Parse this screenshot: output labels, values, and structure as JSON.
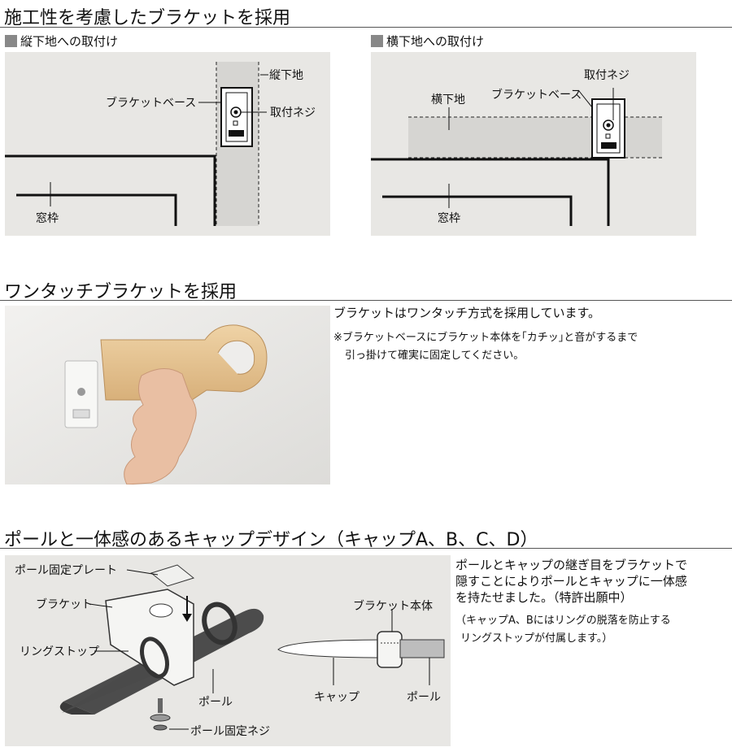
{
  "section1": {
    "title": "施工性を考慮したブラケットを採用",
    "left": {
      "subtitle": "縦下地への取付け",
      "labels": {
        "stud": "縦下地",
        "base": "ブラケットベース",
        "screw": "取付ネジ",
        "frame": "窓枠"
      }
    },
    "right": {
      "subtitle": "横下地への取付け",
      "labels": {
        "screw": "取付ネジ",
        "base": "ブラケットベース",
        "stud": "横下地",
        "frame": "窓枠"
      }
    }
  },
  "section2": {
    "title": "ワンタッチブラケットを採用",
    "lead": "ブラケットはワンタッチ方式を採用しています。",
    "note_line1": "※ブラケットベースにブラケット本体を｢カチッ｣と音がするまで",
    "note_line2": "引っ掛けて確実に固定してください。"
  },
  "section3": {
    "title": "ポールと一体感のあるキャップデザイン（キャップA、B、C、D）",
    "desc_line1": "ポールとキャップの継ぎ目をブラケットで",
    "desc_line2": "隠すことによりポールとキャップに一体感",
    "desc_line3": "を持たせました。（特許出願中）",
    "note_line1": "（キャップA、Bにはリングの脱落を防止する",
    "note_line2": "リングストップが付属します。）",
    "labels": {
      "plate": "ポール固定プレート",
      "bracket": "ブラケット",
      "ringstop": "リングストップ",
      "pole": "ポール",
      "screw": "ポール固定ネジ",
      "body": "ブラケット本体",
      "cap": "キャップ",
      "pole2": "ポール"
    }
  },
  "colors": {
    "panel": "#e8e7e4",
    "stud": "#d6d5d2",
    "wood": "#e6c79a"
  }
}
